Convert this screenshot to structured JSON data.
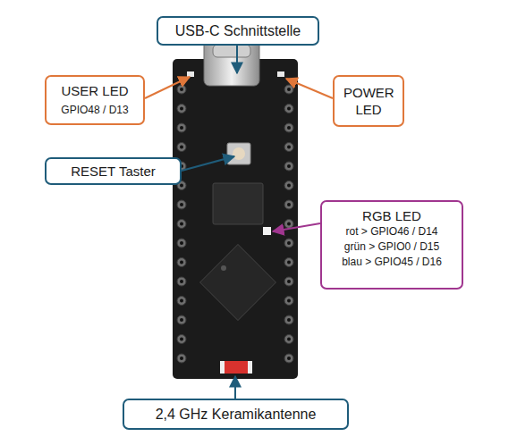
{
  "diagram": {
    "nodes": [
      {
        "text": [
          "USB-C Schnittstelle"
        ]
      },
      {
        "text": [
          "USER LED",
          "GPIO48 / D13"
        ]
      },
      {
        "text": [
          "POWER LED"
        ]
      },
      {
        "text": [
          "RESET Taster"
        ]
      },
      {
        "text": [
          "RGB LED",
          "rot > GPIO46 / D14",
          "grün > GPIO0 / D15",
          "blau > GPIO45 / D16"
        ]
      },
      {
        "text": [
          "2,4 GHz Keramikantenne"
        ]
      }
    ]
  }
}
